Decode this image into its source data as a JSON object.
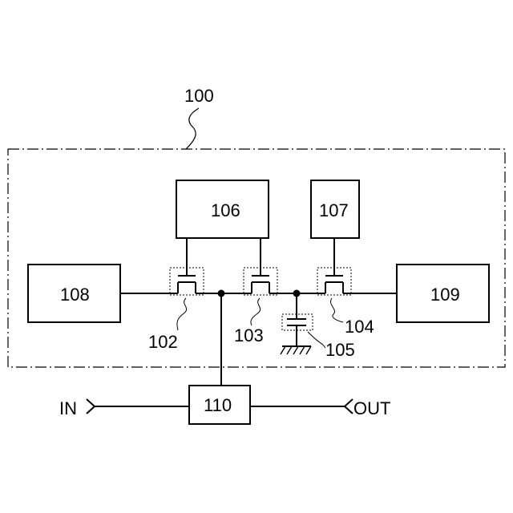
{
  "diagram": {
    "system_label": "100",
    "blocks": {
      "b106": "106",
      "b107": "107",
      "b108": "108",
      "b109": "109",
      "b110": "110"
    },
    "transistors": {
      "t102": "102",
      "t103": "103",
      "t104": "104"
    },
    "capacitor": "105",
    "terminals": {
      "input": "IN",
      "output": "OUT"
    }
  }
}
